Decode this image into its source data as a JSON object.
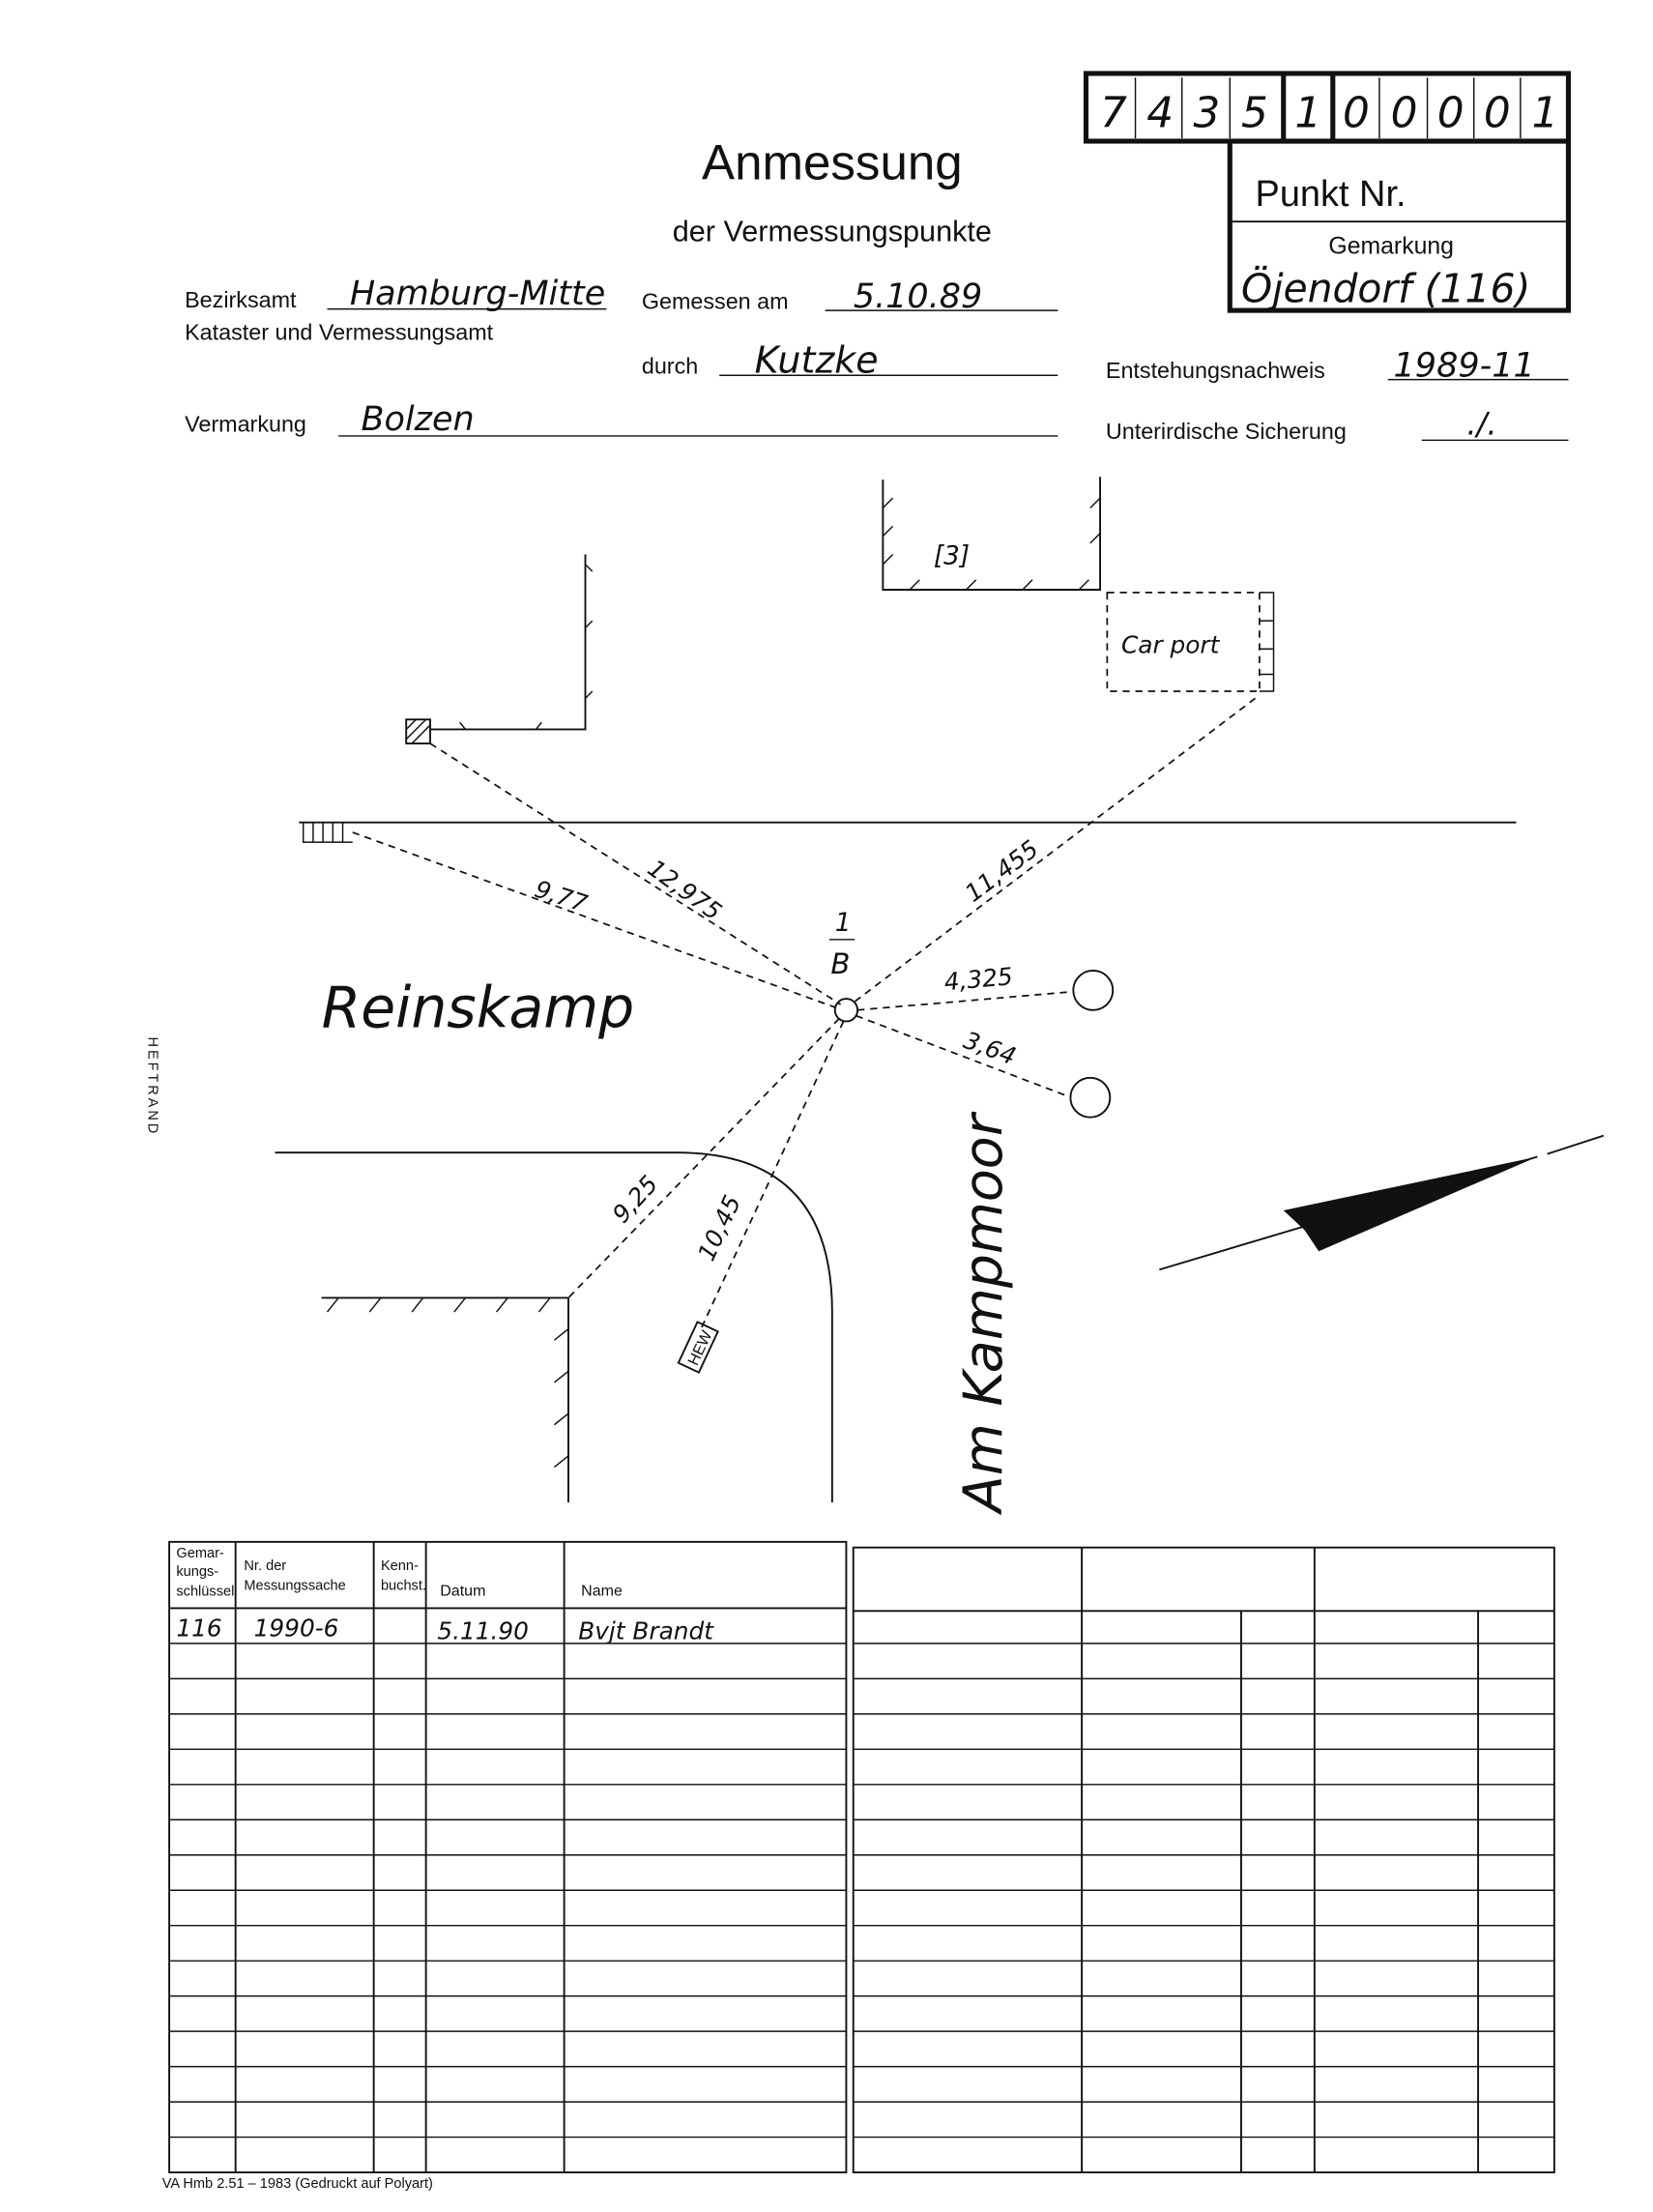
{
  "point_number": {
    "digits": [
      "7",
      "4",
      "3",
      "5",
      "1",
      "0",
      "0",
      "0",
      "0",
      "1"
    ],
    "label": "Punkt Nr."
  },
  "gemarkung": {
    "label": "Gemarkung",
    "value": "Öjendorf (116)"
  },
  "title": "Anmessung",
  "subtitle": "der Vermessungspunkte",
  "fields": {
    "bezirksamt_label": "Bezirksamt",
    "bezirksamt_value": "Hamburg-Mitte",
    "kataster_label": "Kataster und Vermessungsamt",
    "gemessen_label": "Gemessen am",
    "gemessen_value": "5.10.89",
    "durch_label": "durch",
    "durch_value": "Kutzke",
    "entstehung_label": "Entstehungsnachweis",
    "entstehung_value": "1989-11",
    "vermarkung_label": "Vermarkung",
    "vermarkung_value": "Bolzen",
    "sicherung_label": "Unterirdische Sicherung",
    "sicherung_value": "./."
  },
  "sketch": {
    "building_label": "[3]",
    "carport_label": "Car port",
    "point_label_top": "1",
    "point_label_bottom": "B",
    "street1": "Reinskamp",
    "street2": "Am Kampmoor",
    "hew_label": "HEW",
    "distances": {
      "d1": "9,77",
      "d2": "12,975",
      "d3": "11,455",
      "d4": "4,325",
      "d5": "3,64",
      "d6": "9,25",
      "d7": "10,45"
    }
  },
  "margin_label": "HEFTRAND",
  "table": {
    "headers": [
      "Gemar-",
      "kungs-",
      "schlüssel",
      "Nr. der",
      "Messungssache",
      "Kenn-",
      "buchst.",
      "Datum",
      "Name"
    ],
    "rows": [
      {
        "gemarkung": "116",
        "nr": "1990-6",
        "kenn": "",
        "datum": "5.11.90",
        "name": "Bvjt Brandt"
      }
    ]
  },
  "footer": "VA Hmb 2.51 – 1983 (Gedruckt auf Polyart)"
}
